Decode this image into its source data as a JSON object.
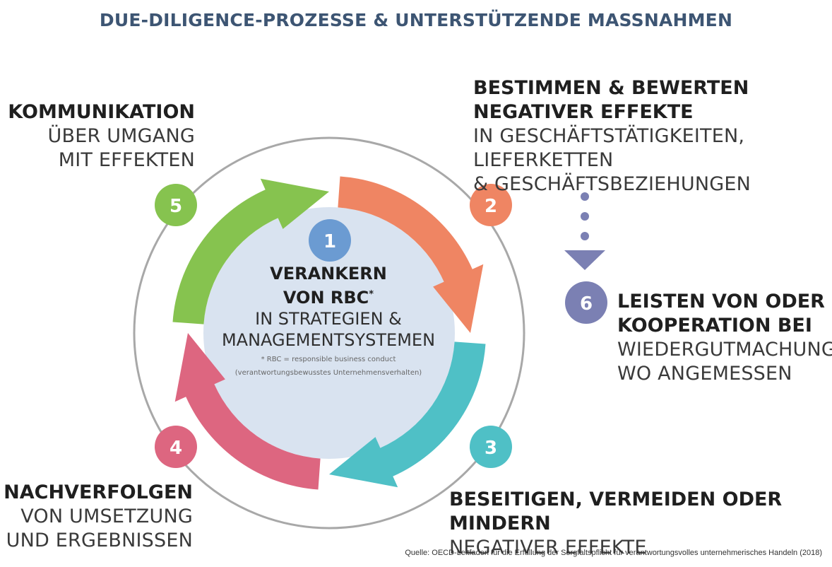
{
  "title": "DUE-DILIGENCE-PROZESSE & UNTERSTÜTZENDE MASSNAHMEN",
  "colors": {
    "title": "#3d5573",
    "step1": "#6b9bd2",
    "step2": "#ef8563",
    "step3": "#4fc0c6",
    "step4": "#dd6680",
    "step5": "#86c34f",
    "step6": "#7b80b3",
    "center_fill": "#d9e3f0",
    "ring": "#a8a8a8"
  },
  "steps": {
    "s1": {
      "number": "1",
      "head_line1": "VERANKERN",
      "head_line2": "VON RBC",
      "asterisk": "*",
      "sub_line1": "IN STRATEGIEN &",
      "sub_line2": "MANAGEMENTSYSTEMEN",
      "note_line1": "* RBC = responsible business conduct",
      "note_line2": "(verantwortungsbewusstes Unternehmensverhalten)"
    },
    "s2": {
      "number": "2",
      "head_line1": "BESTIMMEN & BEWERTEN",
      "head_line2": "NEGATIVER EFFEKTE",
      "sub_line1": "IN GESCHÄFTSTÄTIGKEITEN, LIEFERKETTEN",
      "sub_line2": "& GESCHÄFTSBEZIEHUNGEN"
    },
    "s3": {
      "number": "3",
      "head_line1": "BESEITIGEN, VERMEIDEN ODER MINDERN",
      "sub_line1": "NEGATIVER EFFEKTE"
    },
    "s4": {
      "number": "4",
      "head_line1": "NACHVERFOLGEN",
      "sub_line1": "VON UMSETZUNG",
      "sub_line2": "UND ERGEBNISSEN"
    },
    "s5": {
      "number": "5",
      "head_line1": "KOMMUNIKATION",
      "sub_line1": "ÜBER UMGANG",
      "sub_line2": "MIT EFFEKTEN"
    },
    "s6": {
      "number": "6",
      "head_line1": "LEISTEN VON ODER",
      "head_line2": "KOOPERATION BEI",
      "sub_line1": "WIEDERGUTMACHUNG,",
      "sub_line2": "WO ANGEMESSEN"
    }
  },
  "source": "Quelle: OECD-Leitfaden für die Erfüllung der Sorgfaltspflicht für verantwortungsvolles unternehmerisches Handeln (2018)"
}
